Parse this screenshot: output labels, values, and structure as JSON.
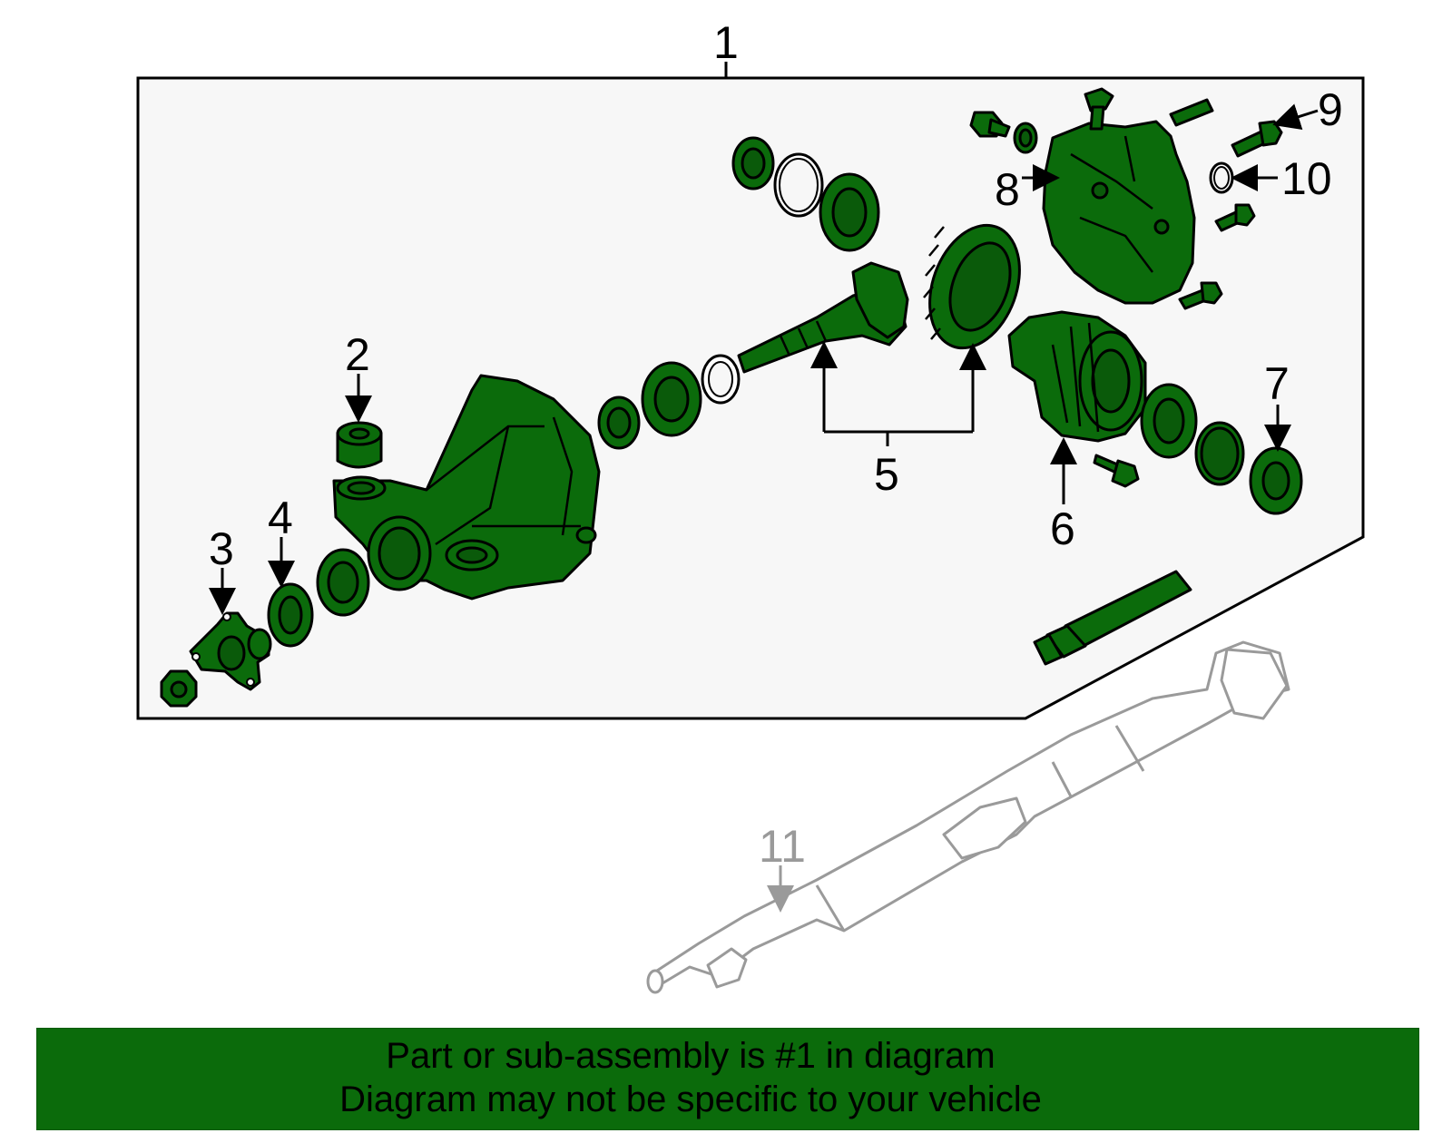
{
  "diagram": {
    "callouts": {
      "c1": "1",
      "c2": "2",
      "c3": "3",
      "c4": "4",
      "c5": "5",
      "c6": "6",
      "c7": "7",
      "c8": "8",
      "c9": "9",
      "c10": "10",
      "c11": "11"
    }
  },
  "banner": {
    "line1": "Part or sub-assembly is #1 in diagram",
    "line2": "Diagram may not be specific to your vehicle",
    "color": "#0b6b0b"
  }
}
